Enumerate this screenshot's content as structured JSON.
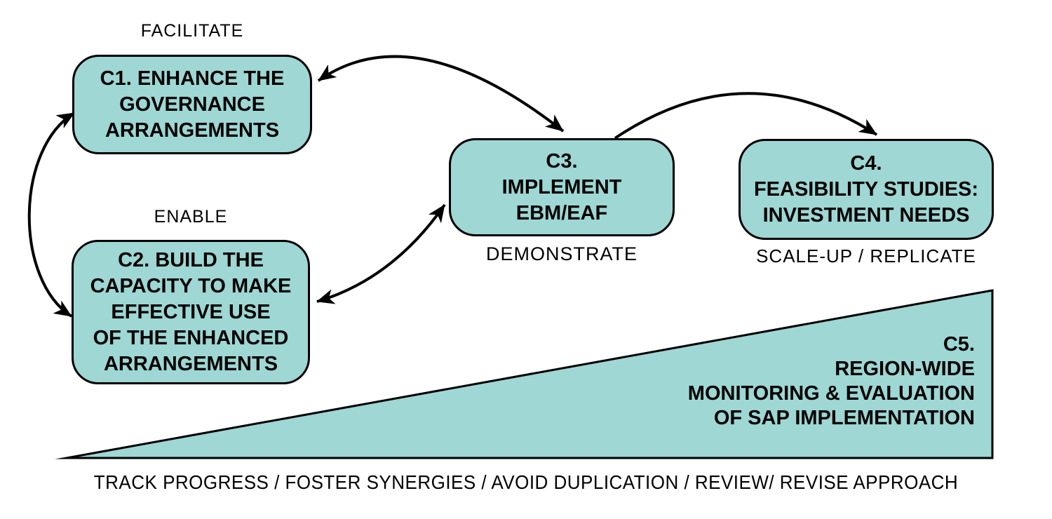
{
  "diagram": {
    "colors": {
      "shape_fill": "#9ed7d4",
      "shape_stroke": "#000000",
      "text": "#000000",
      "background": "#ffffff"
    },
    "annotations": {
      "facilitate": "FACILITATE",
      "enable": "ENABLE",
      "demonstrate": "DEMONSTRATE",
      "scale_up_replicate": "SCALE-UP / REPLICATE",
      "bottom_caption": "TRACK PROGRESS / FOSTER SYNERGIES / AVOID DUPLICATION / REVIEW/ REVISE APPROACH"
    },
    "boxes": {
      "c1": {
        "lines": [
          "C1. ENHANCE THE",
          "GOVERNANCE",
          "ARRANGEMENTS"
        ]
      },
      "c2": {
        "lines": [
          "C2. BUILD THE",
          "CAPACITY TO MAKE",
          "EFFECTIVE USE",
          "OF THE ENHANCED",
          "ARRANGEMENTS"
        ]
      },
      "c3": {
        "lines": [
          "C3.",
          "IMPLEMENT",
          "EBM/EAF"
        ]
      },
      "c4": {
        "lines": [
          "C4.",
          "FEASIBILITY STUDIES:",
          "INVESTMENT NEEDS"
        ]
      },
      "c5": {
        "lines": [
          "C5.",
          "REGION-WIDE",
          "MONITORING & EVALUATION",
          "OF SAP IMPLEMENTATION"
        ]
      }
    },
    "arrows": [
      {
        "from": "C1",
        "to": "C2",
        "bidirectional": true
      },
      {
        "from": "C1",
        "to": "C3",
        "bidirectional": true
      },
      {
        "from": "C2",
        "to": "C3",
        "bidirectional": true
      },
      {
        "from": "C3",
        "to": "C4",
        "bidirectional": false
      }
    ]
  }
}
